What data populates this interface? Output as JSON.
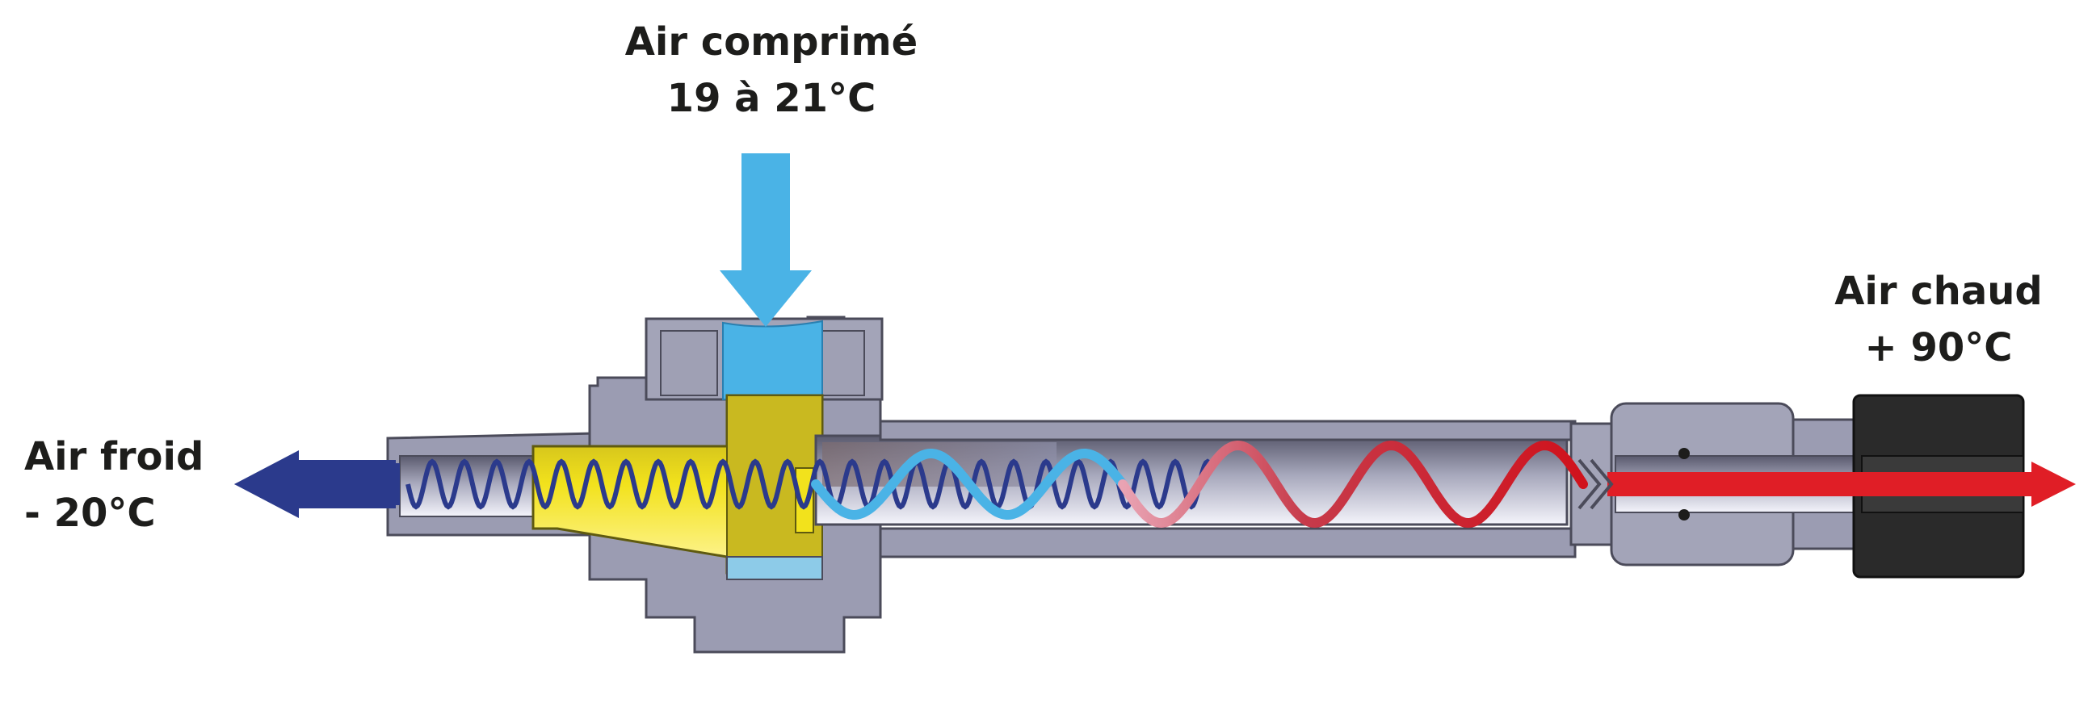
{
  "labels": {
    "inlet": {
      "line1": "Air comprimé",
      "line2": "19 à 21°C"
    },
    "cold": {
      "line1": "Air froid",
      "line2": "- 20°C"
    },
    "hot": {
      "line1": "Air chaud",
      "line2": "+ 90°C"
    }
  },
  "colors": {
    "inlet_air": "#4ab3e6",
    "cold_air": "#2b3a8c",
    "hot_air": "#e01e26",
    "body_metal": "#9b9cb2",
    "generator": "#e6d21e",
    "valve_cap": "#2a2a2a"
  }
}
